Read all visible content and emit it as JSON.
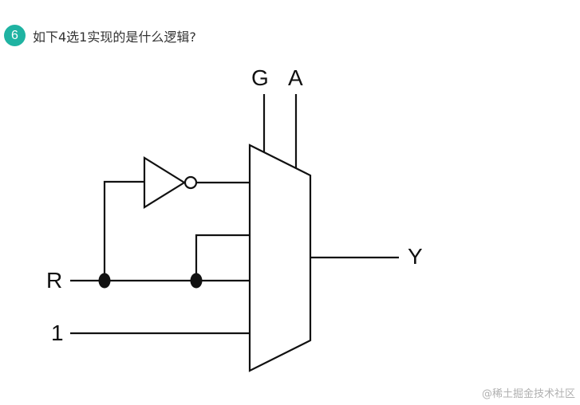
{
  "question": {
    "number": "6",
    "text": "如下4选1实现的是什么逻辑?"
  },
  "diagram": {
    "labels": {
      "g": "G",
      "a": "A",
      "r": "R",
      "one": "1",
      "y": "Y"
    }
  },
  "watermark": "@稀土掘金技术社区",
  "colors": {
    "badge": "#1fb3a2",
    "line": "#111111"
  }
}
